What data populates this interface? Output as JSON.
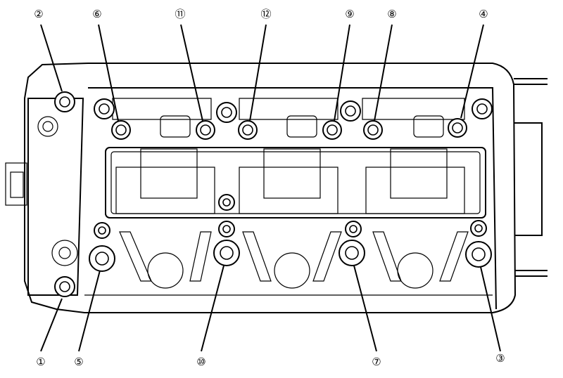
{
  "diagram": {
    "callouts": [
      {
        "id": "c2",
        "label": "②"
      },
      {
        "id": "c6",
        "label": "⑥"
      },
      {
        "id": "c11",
        "label": "⑪"
      },
      {
        "id": "c12",
        "label": "⑫"
      },
      {
        "id": "c9",
        "label": "⑨"
      },
      {
        "id": "c8",
        "label": "⑧"
      },
      {
        "id": "c4",
        "label": "④"
      },
      {
        "id": "c1",
        "label": "①"
      },
      {
        "id": "c5",
        "label": "⑤"
      },
      {
        "id": "c10",
        "label": "⑩"
      },
      {
        "id": "c7",
        "label": "⑦"
      },
      {
        "id": "c3",
        "label": "③"
      }
    ],
    "colors": {
      "ink": "#000000",
      "paper": "#ffffff"
    }
  }
}
